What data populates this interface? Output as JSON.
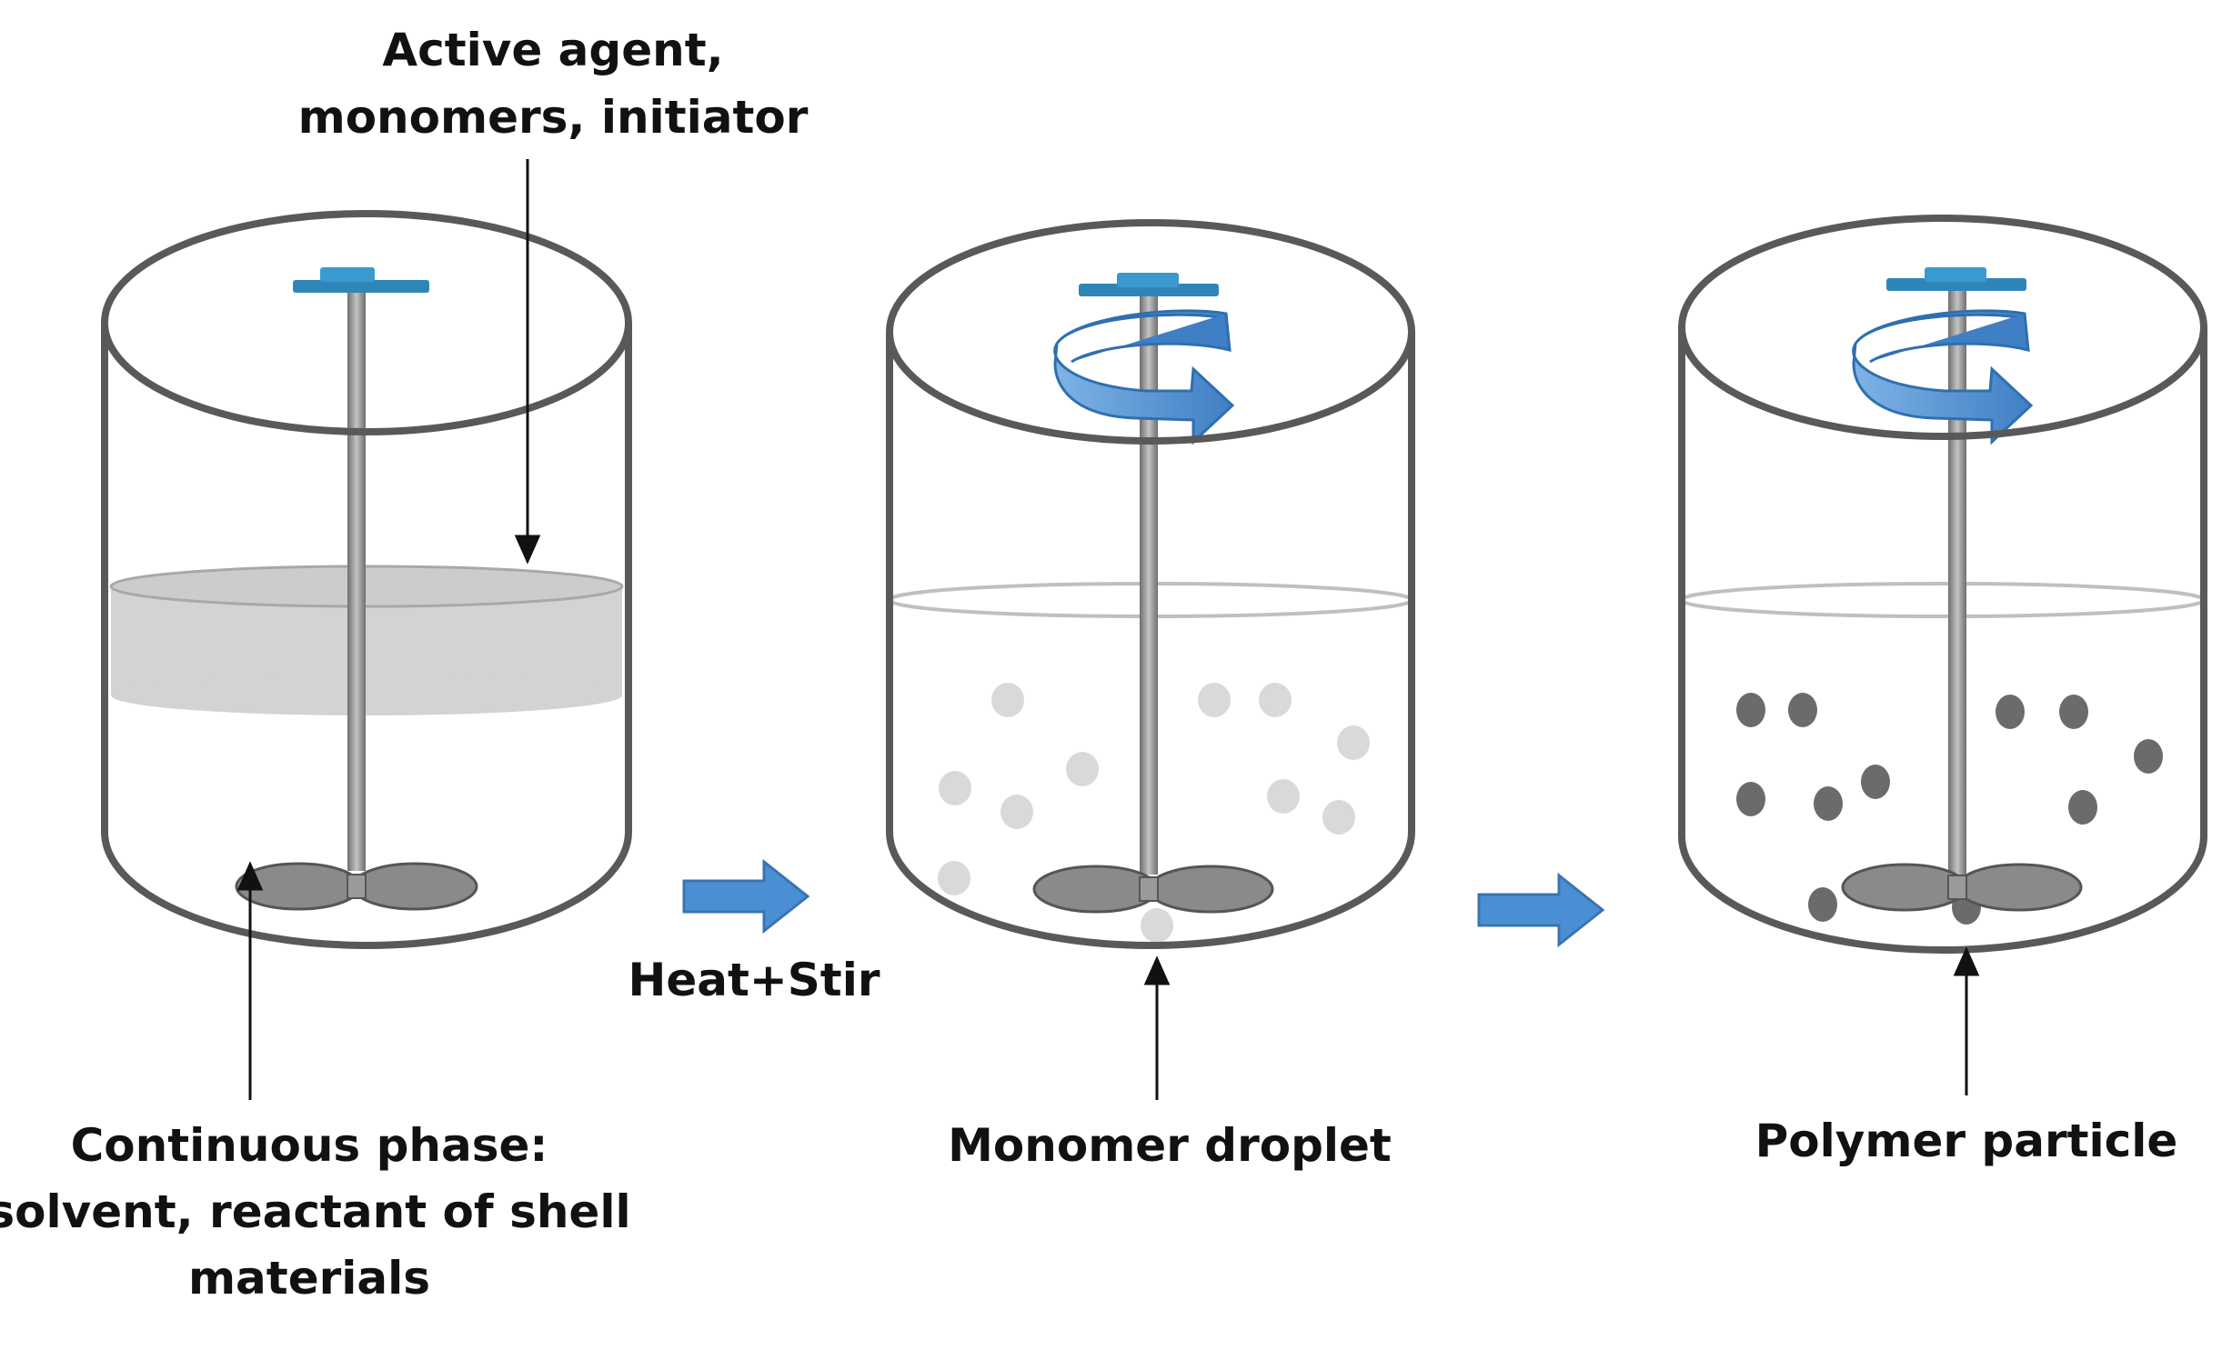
{
  "labels": {
    "top_line1": "Active agent,",
    "top_line2": "monomers, initiator",
    "bottom_left_line1": "Continuous phase:",
    "bottom_left_line2": "solvent, reactant of shell",
    "bottom_left_line3": "materials",
    "arrow1": "Heat+Stir",
    "monomer": "Monomer droplet",
    "polymer": "Polymer particle"
  },
  "colors": {
    "outline": "#595959",
    "stirrer_cap": "#2e86b8",
    "stirrer_rod": "#8c8c8c",
    "blade": "#8a8a8a",
    "organic_layer": "#d3d3d3",
    "droplet": "#d9d9d9",
    "particle": "#6b6b6b",
    "flow_arrow": "#4a8fd4"
  }
}
